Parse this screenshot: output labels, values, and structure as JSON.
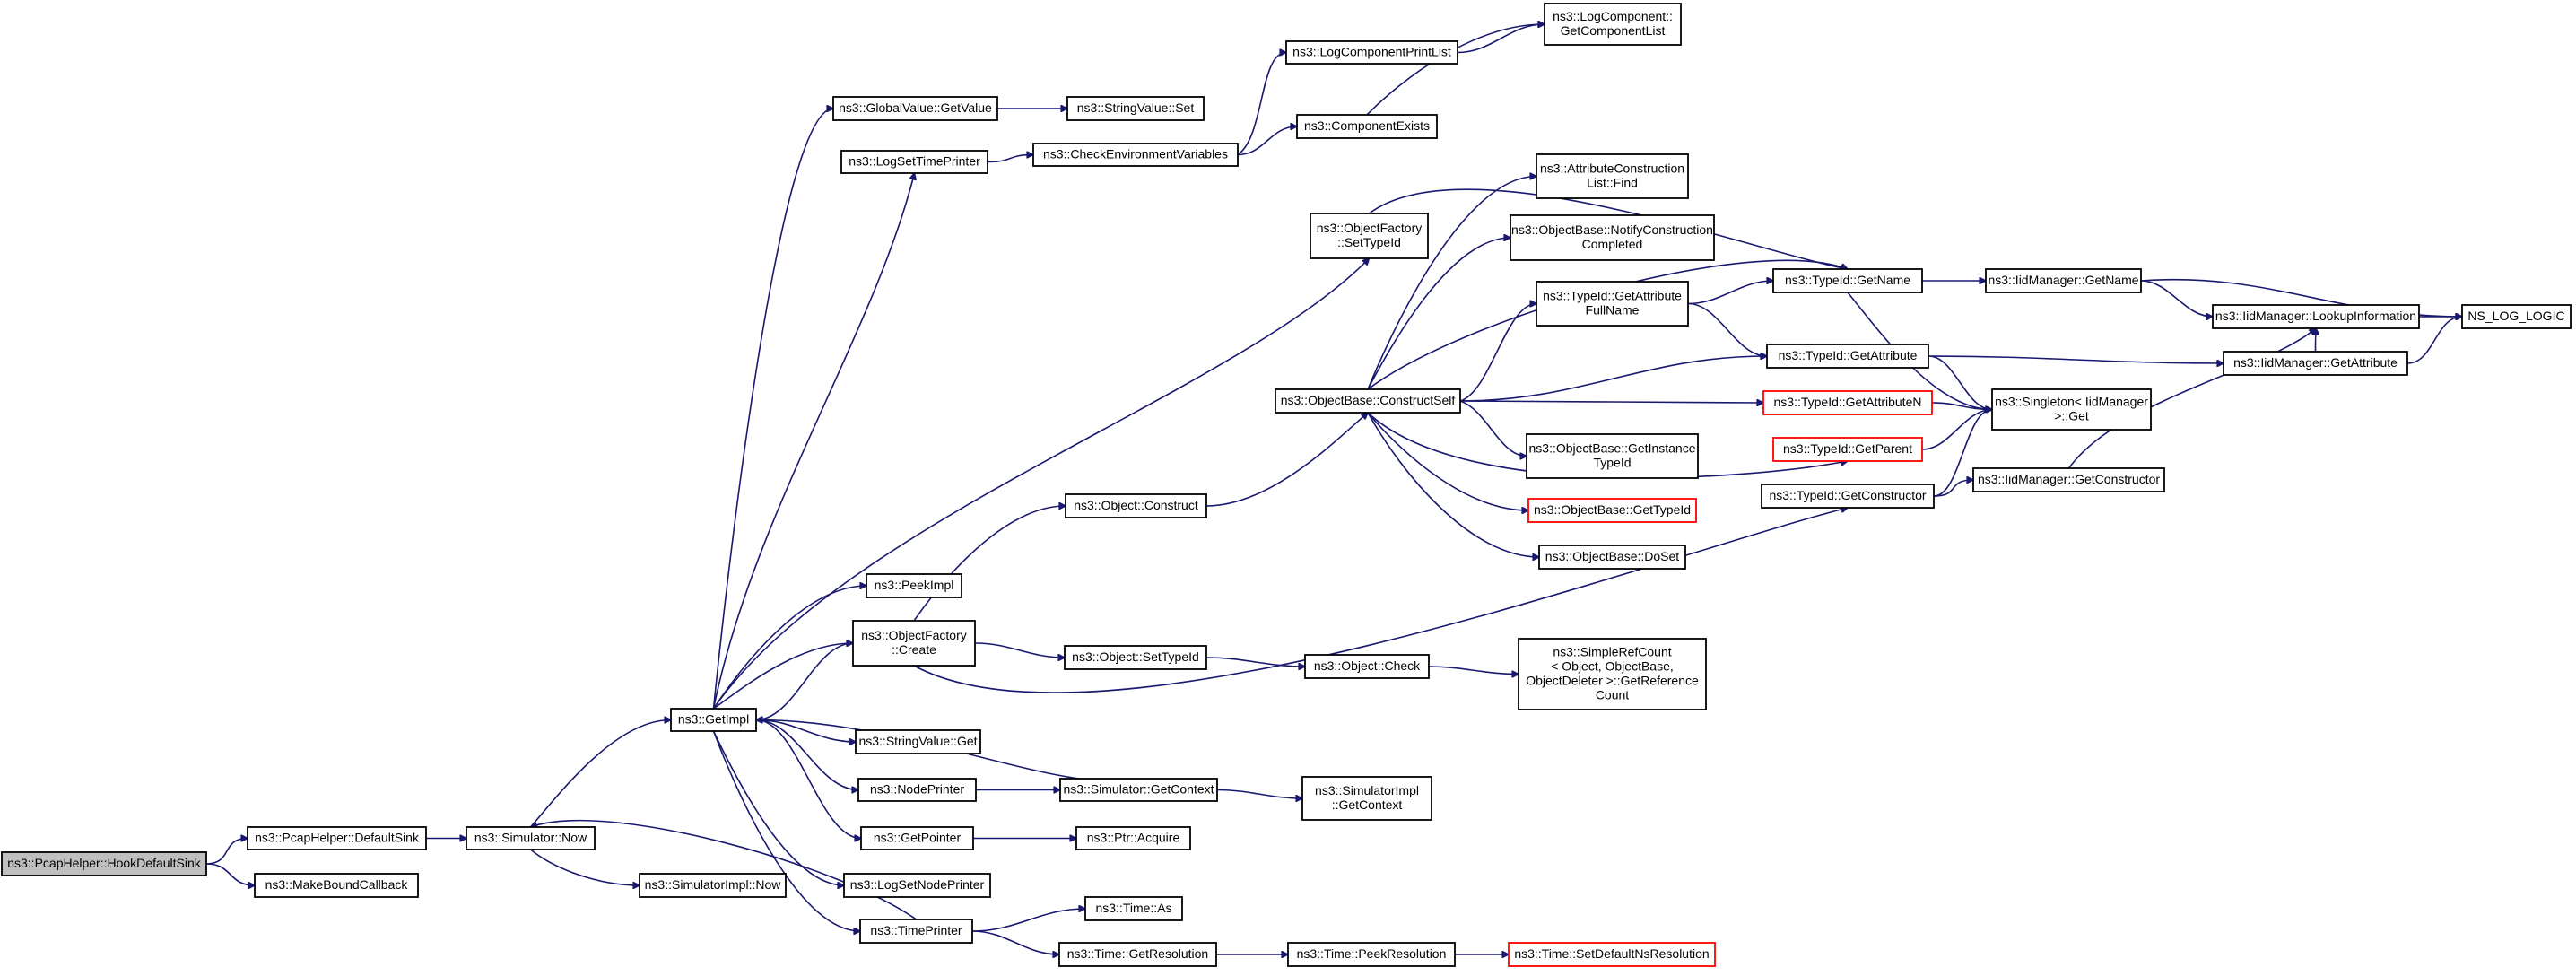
{
  "colors": {
    "edge": "#191970",
    "root_fill": "#bfbfbf",
    "node_border": "#000000",
    "incomplete_border": "#ff0000",
    "background": "#ffffff"
  },
  "nodes": {
    "hookDefaultSink": {
      "lines": [
        "ns3::PcapHelper::HookDefaultSink"
      ],
      "style": "root"
    },
    "defaultSink": {
      "lines": [
        "ns3::PcapHelper::DefaultSink"
      ]
    },
    "makeBoundCallback": {
      "lines": [
        "ns3::MakeBoundCallback"
      ]
    },
    "simNow": {
      "lines": [
        "ns3::Simulator::Now"
      ]
    },
    "simImplNow": {
      "lines": [
        "ns3::SimulatorImpl::Now"
      ]
    },
    "getImpl": {
      "lines": [
        "ns3::GetImpl"
      ]
    },
    "gvGetValue": {
      "lines": [
        "ns3::GlobalValue::GetValue"
      ]
    },
    "logSetTimePrinter": {
      "lines": [
        "ns3::LogSetTimePrinter"
      ]
    },
    "peekImpl": {
      "lines": [
        "ns3::PeekImpl"
      ]
    },
    "ofCreate": {
      "lines": [
        "ns3::ObjectFactory",
        "::Create"
      ]
    },
    "svGet": {
      "lines": [
        "ns3::StringValue::Get"
      ]
    },
    "nodePrinter": {
      "lines": [
        "ns3::NodePrinter"
      ]
    },
    "getPointer": {
      "lines": [
        "ns3::GetPointer"
      ]
    },
    "logSetNodePrinter": {
      "lines": [
        "ns3::LogSetNodePrinter"
      ]
    },
    "timePrinter": {
      "lines": [
        "ns3::TimePrinter"
      ]
    },
    "svSet": {
      "lines": [
        "ns3::StringValue::Set"
      ]
    },
    "checkEnv": {
      "lines": [
        "ns3::CheckEnvironmentVariables"
      ]
    },
    "logCompPrintList": {
      "lines": [
        "ns3::LogComponentPrintList"
      ]
    },
    "componentExists": {
      "lines": [
        "ns3::ComponentExists"
      ]
    },
    "getComponentList": {
      "lines": [
        "ns3::LogComponent::",
        "GetComponentList"
      ]
    },
    "ofSetTypeId": {
      "lines": [
        "ns3::ObjectFactory",
        "::SetTypeId"
      ]
    },
    "objConstruct": {
      "lines": [
        "ns3::Object::Construct"
      ]
    },
    "objSetTypeId": {
      "lines": [
        "ns3::Object::SetTypeId"
      ]
    },
    "simGetContext": {
      "lines": [
        "ns3::Simulator::GetContext"
      ]
    },
    "ptrAcquire": {
      "lines": [
        "ns3::Ptr::Acquire"
      ]
    },
    "timeAs": {
      "lines": [
        "ns3::Time::As"
      ]
    },
    "timeGetResolution": {
      "lines": [
        "ns3::Time::GetResolution"
      ]
    },
    "objCheck": {
      "lines": [
        "ns3::Object::Check"
      ]
    },
    "simImplGetContext": {
      "lines": [
        "ns3::SimulatorImpl",
        "::GetContext"
      ]
    },
    "timePeekResolution": {
      "lines": [
        "ns3::Time::PeekResolution"
      ]
    },
    "timeSetDefaultNsRes": {
      "lines": [
        "ns3::Time::SetDefaultNsResolution"
      ],
      "style": "red"
    },
    "obConstructSelf": {
      "lines": [
        "ns3::ObjectBase::ConstructSelf"
      ]
    },
    "attrConstrFind": {
      "lines": [
        "ns3::AttributeConstruction",
        "List::Find"
      ]
    },
    "obNotifyConstr": {
      "lines": [
        "ns3::ObjectBase::NotifyConstruction",
        "Completed"
      ]
    },
    "tidGetAttrFullName": {
      "lines": [
        "ns3::TypeId::GetAttribute",
        "FullName"
      ]
    },
    "obGetInstanceTypeId": {
      "lines": [
        "ns3::ObjectBase::GetInstance",
        "TypeId"
      ]
    },
    "obGetTypeId": {
      "lines": [
        "ns3::ObjectBase::GetTypeId"
      ],
      "style": "red"
    },
    "obDoSet": {
      "lines": [
        "ns3::ObjectBase::DoSet"
      ]
    },
    "simpleRefCount": {
      "lines": [
        "ns3::SimpleRefCount",
        "< Object, ObjectBase,",
        "ObjectDeleter >::GetReference",
        "Count"
      ]
    },
    "tidGetName": {
      "lines": [
        "ns3::TypeId::GetName"
      ]
    },
    "tidGetAttribute": {
      "lines": [
        "ns3::TypeId::GetAttribute"
      ]
    },
    "tidGetAttributeN": {
      "lines": [
        "ns3::TypeId::GetAttributeN"
      ],
      "style": "red"
    },
    "tidGetParent": {
      "lines": [
        "ns3::TypeId::GetParent"
      ],
      "style": "red"
    },
    "tidGetConstructor": {
      "lines": [
        "ns3::TypeId::GetConstructor"
      ]
    },
    "singletonGet": {
      "lines": [
        "ns3::Singleton< IidManager",
        ">::Get"
      ]
    },
    "iidGetName": {
      "lines": [
        "ns3::IidManager::GetName"
      ]
    },
    "iidLookupInfo": {
      "lines": [
        "ns3::IidManager::LookupInformation"
      ]
    },
    "iidGetAttribute": {
      "lines": [
        "ns3::IidManager::GetAttribute"
      ]
    },
    "iidGetConstructor": {
      "lines": [
        "ns3::IidManager::GetConstructor"
      ]
    },
    "nsLogLogic": {
      "lines": [
        "NS_LOG_LOGIC"
      ]
    }
  }
}
